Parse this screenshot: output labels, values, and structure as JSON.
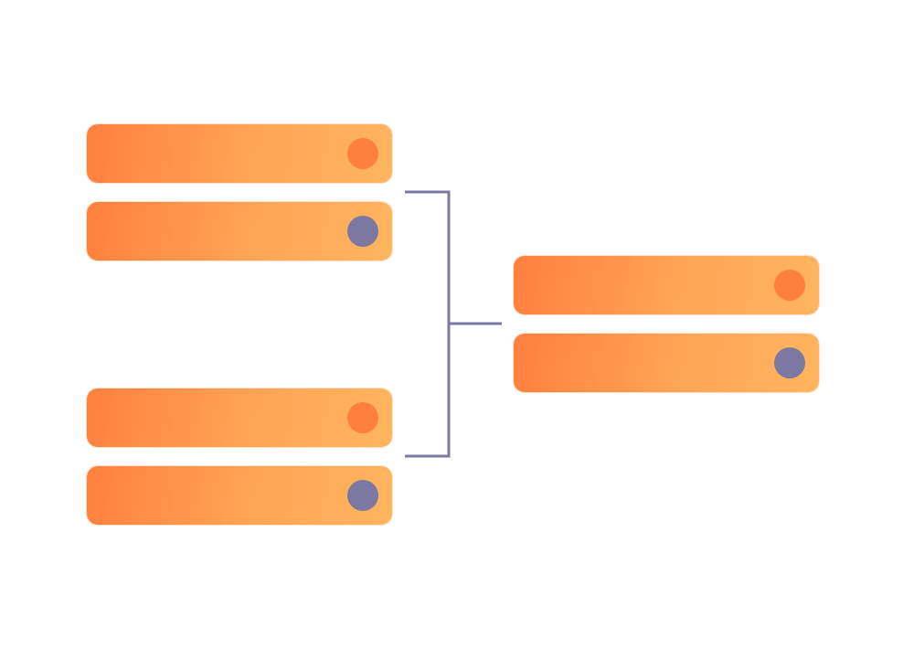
{
  "colors": {
    "slot_gradient_start": "#ff7f3f",
    "slot_gradient_end": "#ffb55f",
    "dot_orange": "#ff7f3f",
    "dot_purple": "#7b78a1",
    "connector": "#7b78a1",
    "background": "#ffffff"
  },
  "bracket": {
    "rounds": [
      {
        "matches": [
          {
            "slots": [
              {
                "label": "",
                "indicator": "orange"
              },
              {
                "label": "",
                "indicator": "purple"
              }
            ]
          },
          {
            "slots": [
              {
                "label": "",
                "indicator": "orange"
              },
              {
                "label": "",
                "indicator": "purple"
              }
            ]
          }
        ]
      },
      {
        "matches": [
          {
            "slots": [
              {
                "label": "",
                "indicator": "orange"
              },
              {
                "label": "",
                "indicator": "purple"
              }
            ]
          }
        ]
      }
    ]
  }
}
